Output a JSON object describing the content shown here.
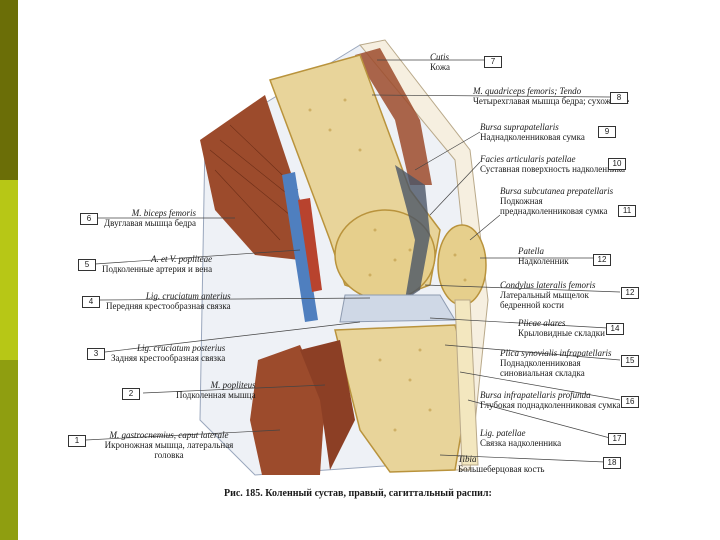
{
  "colors": {
    "sidebar_top": "#6b6e07",
    "sidebar_mid": "#b7c716",
    "sidebar_bot": "#8f9e10",
    "muscle": "#9c4b2c",
    "bone": "#e8d49a",
    "bone_dark": "#b9933c",
    "cartilage": "#cfd8e6",
    "fat": "#f3e7bf",
    "synovial": "#4a5566",
    "vessel_blue": "#4f7fbf",
    "vessel_red": "#b8432e"
  },
  "right_labels": [
    {
      "num": "7",
      "lat": "Cutis",
      "ru": "Кожа"
    },
    {
      "num": "8",
      "lat": "M. quadriceps femoris; Tendo",
      "ru": "Четырехглавая мышца бедра; сухожилие"
    },
    {
      "num": "9",
      "lat": "Bursa suprapatellaris",
      "ru": "Наднадколенниковая сумка"
    },
    {
      "num": "10",
      "lat": "Facies articularis patellae",
      "ru": "Суставная поверхность надколенника"
    },
    {
      "num": "11",
      "lat": "Bursa subcutanea prepatellaris",
      "ru": "Подкожная преднадколенниковая сумка"
    },
    {
      "num": "12",
      "lat": "Patella",
      "ru": "Надколенник"
    },
    {
      "num": "12",
      "lat": "Condylus lateralis femoris",
      "ru": "Латеральный мыщелок бедренной кости"
    },
    {
      "num": "14",
      "lat": "Plicae alares",
      "ru": "Крыловидные складки"
    },
    {
      "num": "15",
      "lat": "Plica synovialis infrapatellaris",
      "ru": "Поднадколенниковая синовиальная складка"
    },
    {
      "num": "16",
      "lat": "Bursa infrapatellaris profunda",
      "ru": "Глубокая поднадколенниковая сумка"
    },
    {
      "num": "17",
      "lat": "Lig. patellae",
      "ru": "Связка надколенника"
    },
    {
      "num": "18",
      "lat": "Tibia",
      "ru": "Большеберцовая кость"
    }
  ],
  "left_labels": [
    {
      "num": "6",
      "lat": "M. biceps femoris",
      "ru": "Двуглавая мышца бедра"
    },
    {
      "num": "5",
      "lat": "A. et V. popliteae",
      "ru": "Подколенные артерия и вена"
    },
    {
      "num": "4",
      "lat": "Lig. cruciatum anterius",
      "ru": "Передняя крестообразная связка"
    },
    {
      "num": "3",
      "lat": "Lig. cruciatum posterius",
      "ru": "Задняя крестообразная связка"
    },
    {
      "num": "2",
      "lat": "M. popliteus",
      "ru": "Подколенная мышца"
    },
    {
      "num": "1",
      "lat": "M. gastrocnemius, caput laterale",
      "ru": "Икроножная мышца, латеральная головка"
    }
  ],
  "caption": "Рис. 185. Коленный сустав, правый, сагиттальный распил:"
}
